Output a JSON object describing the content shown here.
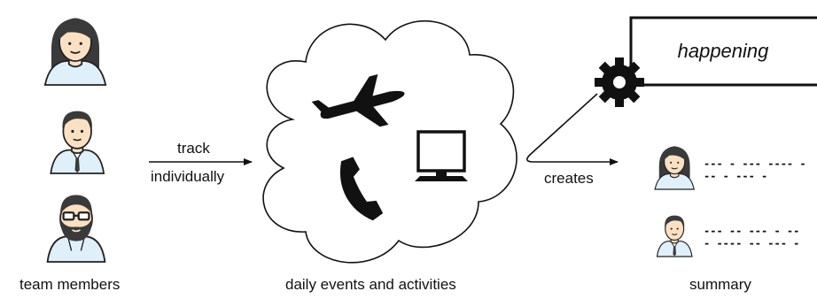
{
  "labels": {
    "team_members": "team members",
    "daily_events": "daily events and activities",
    "summary": "summary",
    "track": "track",
    "individually": "individually",
    "creates": "creates",
    "happening": "happening"
  },
  "summary_lines": {
    "woman_line1": "--- - --- ---- -",
    "woman_line2": "-- - --- -",
    "man_line1": "--- -- --- - --",
    "man_line2": "- ---- -- --- -"
  },
  "icons": {
    "team": [
      "woman-avatar-icon",
      "man-tie-avatar-icon",
      "bearded-man-avatar-icon"
    ],
    "events": [
      "airplane-icon",
      "phone-icon",
      "computer-icon"
    ],
    "process": "gear-icon",
    "summary": [
      "woman-avatar-icon",
      "man-tie-avatar-icon"
    ]
  },
  "colors": {
    "outline": "#222222",
    "skin": "#fbe0c4",
    "hair": "#3a3a3a",
    "shirt": "#dff0fb",
    "background": "#ffffff"
  }
}
